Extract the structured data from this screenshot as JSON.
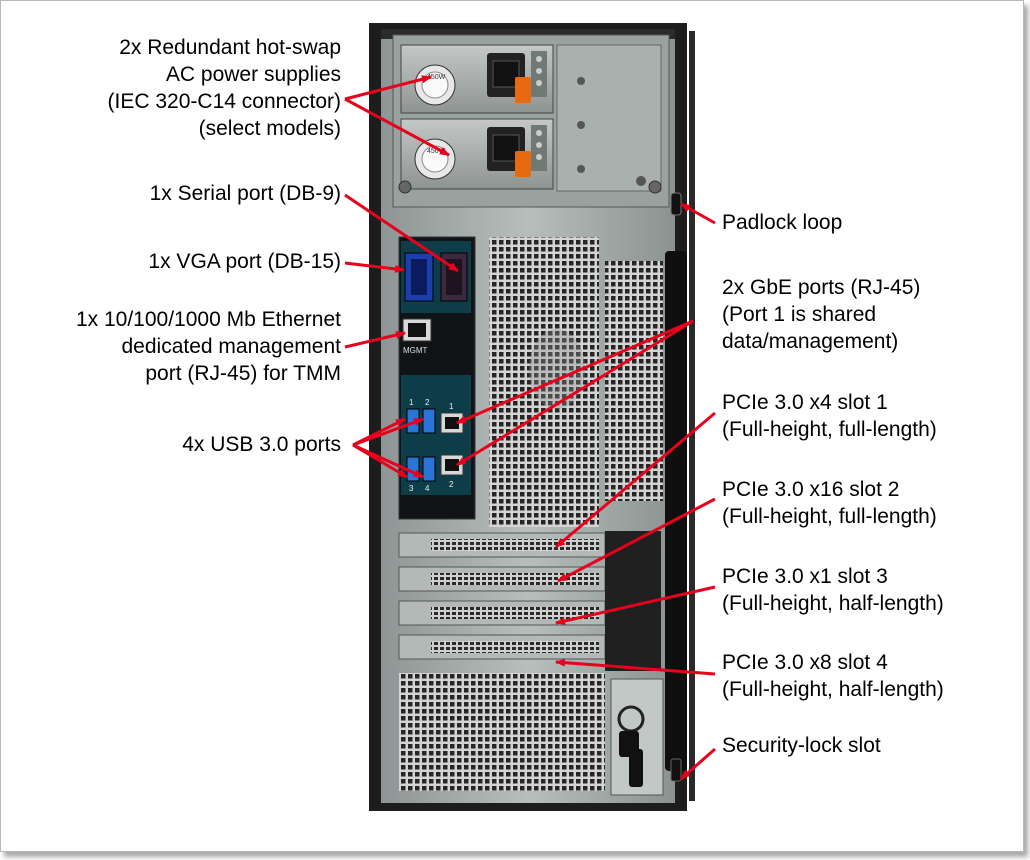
{
  "callouts": {
    "power_supplies": [
      "2x Redundant hot-swap",
      "AC power supplies",
      "(IEC 320-C14 connector)",
      "(select models)"
    ],
    "serial_port": "1x Serial port (DB-9)",
    "vga_port": "1x VGA port (DB-15)",
    "mgmt_port": [
      "1x 10/100/1000 Mb Ethernet",
      "dedicated management",
      "port (RJ-45) for TMM"
    ],
    "usb_ports": "4x USB 3.0 ports",
    "padlock_loop": "Padlock loop",
    "gbe_ports": [
      "2x GbE ports (RJ-45)",
      "(Port 1 is shared",
      "data/management)"
    ],
    "pcie_slot1": [
      "PCIe 3.0 x4 slot 1",
      "(Full-height, full-length)"
    ],
    "pcie_slot2": [
      "PCIe 3.0 x16 slot 2",
      "(Full-height, full-length)"
    ],
    "pcie_slot3": [
      "PCIe 3.0 x1 slot 3",
      "(Full-height, half-length)"
    ],
    "pcie_slot4": [
      "PCIe 3.0 x8 slot 4",
      "(Full-height, half-length)"
    ],
    "security_slot": "Security-lock slot"
  },
  "device": {
    "psu_rating": "450W",
    "mgmt_label": "MGMT",
    "usb_top_numbers": [
      "1",
      "2"
    ],
    "usb_bottom_numbers": [
      "3",
      "4"
    ],
    "eth_numbers": [
      "1",
      "2"
    ]
  },
  "colors": {
    "arrow": "#e8001c",
    "chassis": "#2a2a2a",
    "panel": "#0e3d4a"
  }
}
